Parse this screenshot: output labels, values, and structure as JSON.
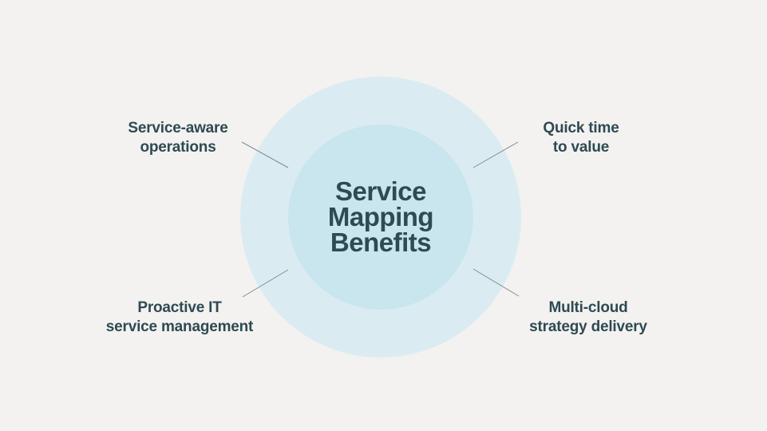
{
  "diagram": {
    "type": "radial-benefits-diagram",
    "center": {
      "title": "Service Mapping Benefits",
      "title_lines": [
        "Service",
        "Mapping",
        "Benefits"
      ]
    },
    "labels": [
      {
        "id": "top-left",
        "text": "Service-aware operations",
        "lines": [
          "Service-aware",
          "operations"
        ]
      },
      {
        "id": "top-right",
        "text": "Quick time to value",
        "lines": [
          "Quick time",
          "to value"
        ]
      },
      {
        "id": "bottom-left",
        "text": "Proactive IT service management",
        "lines": [
          "Proactive IT",
          "service management"
        ]
      },
      {
        "id": "bottom-right",
        "text": "Multi-cloud strategy delivery",
        "lines": [
          "Multi-cloud",
          "strategy delivery"
        ]
      }
    ],
    "colors": {
      "background": "#f3f2f1",
      "outer_circle": "#daecf2",
      "inner_circle": "#c9e5ee",
      "text": "#2e4a52",
      "connector_line": "#7f8d93"
    }
  }
}
